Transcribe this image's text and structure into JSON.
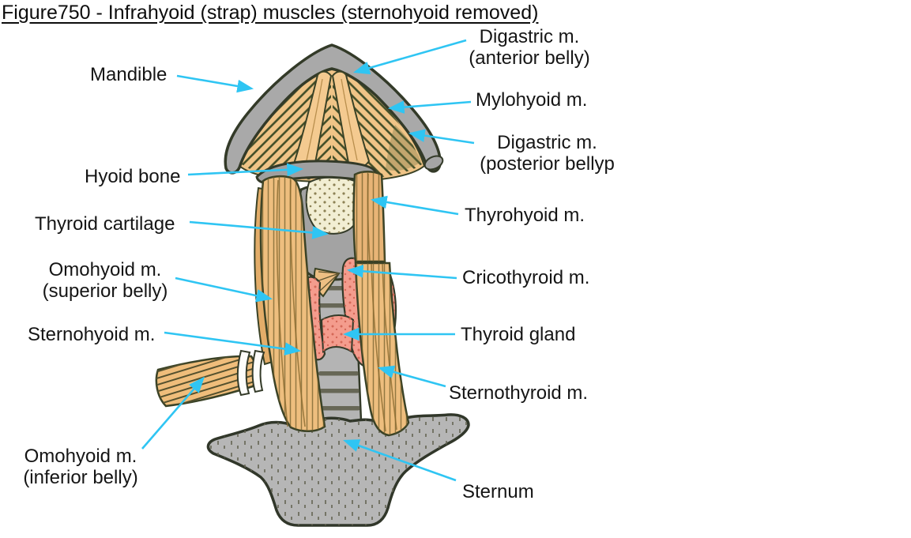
{
  "title": "Figure750 - Infrahyoid (strap) muscles (sternohyoid removed)",
  "colors": {
    "leader_line": "#2FC5F3",
    "text": "#151515",
    "bone_gray": "#A9A9A9",
    "muscle_tan": "#F0C487",
    "membrane_cream": "#F2EED3",
    "thyroid_gland_pink": "#F49C8D",
    "sternum_gray": "#B6B6B6",
    "outline_olive": "#333A28"
  },
  "labels": [
    {
      "id": "mandible",
      "text": "Mandible"
    },
    {
      "id": "digastric-anterior",
      "text": "Digastric m.\n(anterior belly)"
    },
    {
      "id": "mylohyoid",
      "text": "Mylohyoid m."
    },
    {
      "id": "digastric-posterior",
      "text": "Digastric m.\n(posterior bellyp"
    },
    {
      "id": "hyoid-bone",
      "text": "Hyoid bone"
    },
    {
      "id": "thyrohyoid",
      "text": "Thyrohyoid m."
    },
    {
      "id": "thyroid-cartilage",
      "text": "Thyroid cartilage"
    },
    {
      "id": "omohyoid-superior",
      "text": "Omohyoid m.\n(superior belly)"
    },
    {
      "id": "cricothyroid",
      "text": "Cricothyroid m."
    },
    {
      "id": "sternohyoid",
      "text": "Sternohyoid m."
    },
    {
      "id": "thyroid-gland",
      "text": "Thyroid gland"
    },
    {
      "id": "sternothyroid",
      "text": "Sternothyroid m."
    },
    {
      "id": "omohyoid-inferior",
      "text": "Omohyoid m.\n(inferior belly)"
    },
    {
      "id": "sternum",
      "text": "Sternum"
    }
  ]
}
